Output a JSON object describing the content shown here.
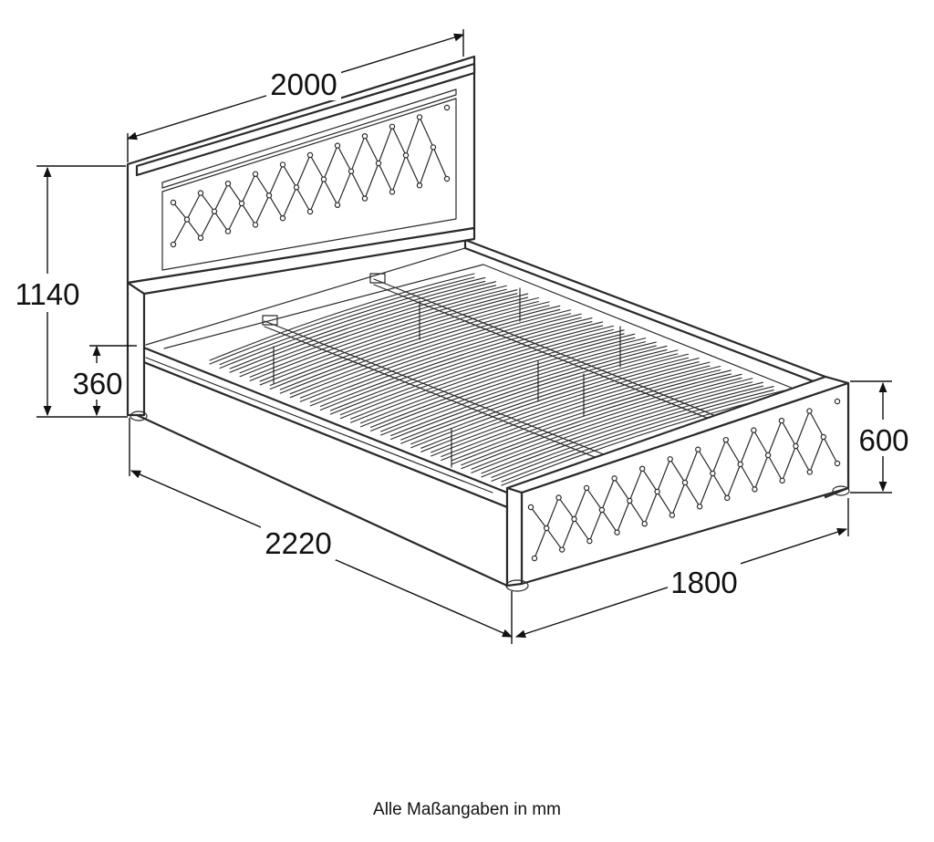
{
  "dimensions": {
    "headboard_width": "2000",
    "total_height": "1140",
    "frame_height": "360",
    "footboard_height": "600",
    "total_length": "2220",
    "total_width": "1800"
  },
  "caption": "Alle Maßangaben in mm"
}
